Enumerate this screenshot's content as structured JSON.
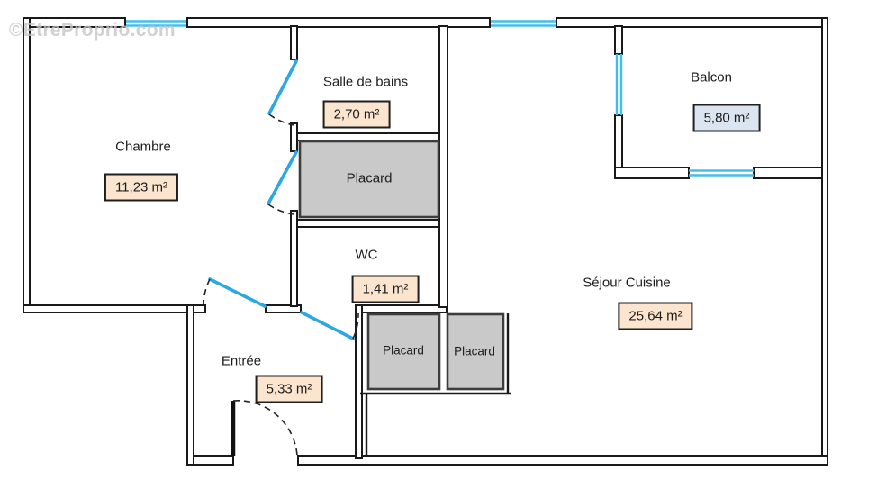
{
  "watermark": "©EtreProprio.com",
  "rooms": [
    {
      "id": "chambre",
      "name": "Chambre",
      "area": "11,23 m²"
    },
    {
      "id": "salle-de-bains",
      "name": "Salle de bains",
      "area": "2,70 m²"
    },
    {
      "id": "wc",
      "name": "WC",
      "area": "1,41 m²"
    },
    {
      "id": "entree",
      "name": "Entrée",
      "area": "5,33 m²"
    },
    {
      "id": "sejour-cuisine",
      "name": "Séjour Cuisine",
      "area": "25,64 m²"
    },
    {
      "id": "balcon",
      "name": "Balcon",
      "area": "5,80 m²"
    }
  ],
  "closets": [
    {
      "id": "placard-haut",
      "name": "Placard"
    },
    {
      "id": "placard-bas-1",
      "name": "Placard"
    },
    {
      "id": "placard-bas-2",
      "name": "Placard"
    }
  ],
  "colors": {
    "wall": "#1a1a1a",
    "window-blue": "#45bdea",
    "door-blue": "#2ba7e2",
    "closet-fill": "#c9c9c9",
    "closet-border": "#3d3d3d",
    "badge-peach": "#fce5cf",
    "badge-blue": "#dbe5f1",
    "watermark-gray": "#c6c6c6"
  }
}
